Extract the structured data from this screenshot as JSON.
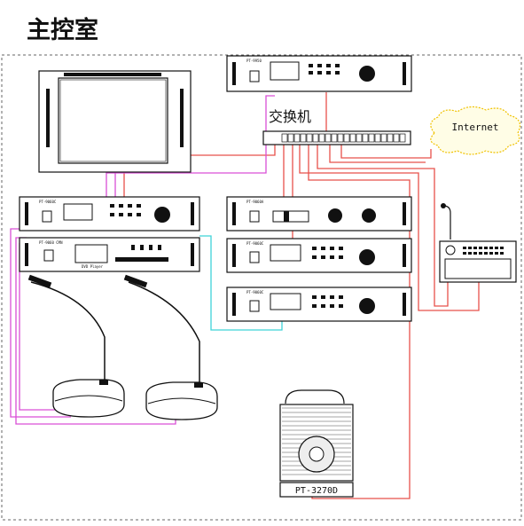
{
  "title": "主控室",
  "switch_label": "交换机",
  "internet_label": "Internet",
  "subwoofer_label": "PT-3270D",
  "devices": {
    "top_unit": "PT-9950",
    "center_unit": "PT-9060C",
    "dvd_unit": "PT-9060 CMN",
    "dvd_text": "DVD  Player",
    "right_unit_1": "PT-9060A",
    "right_unit_2": "PT-9060C",
    "right_unit_3": "PT-9060C"
  },
  "colors": {
    "red": "#e8504a",
    "magenta": "#d94fd6",
    "cyan": "#3fd3d8",
    "line": "#111111"
  }
}
